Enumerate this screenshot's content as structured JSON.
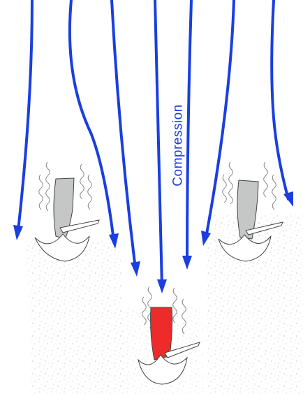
{
  "label": {
    "text": "Compression"
  },
  "colors": {
    "arrow": "#1a3ee0",
    "blade_gray": "#c4c7c6",
    "blade_red": "#ee2b2b",
    "outline": "#444444",
    "wind_line": "#888888",
    "dots": "#cfcfcf",
    "label_text": "#1a3ee0"
  },
  "skiers": [
    {
      "name": "left-skier",
      "blade": "gray"
    },
    {
      "name": "center-skier",
      "blade": "red"
    },
    {
      "name": "right-skier",
      "blade": "gray"
    }
  ]
}
